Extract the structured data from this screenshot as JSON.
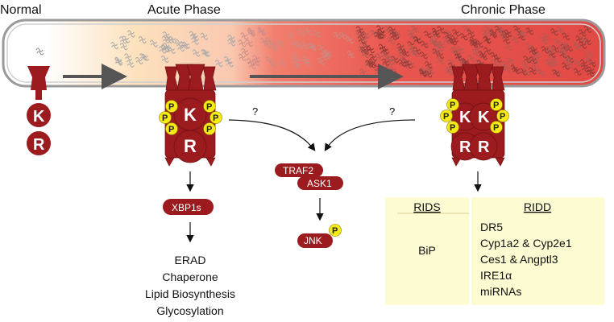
{
  "phases": {
    "normal": "Normal",
    "acute": "Acute Phase",
    "chronic": "Chronic Phase"
  },
  "receptor": {
    "k": "K",
    "r": "R",
    "p": "P"
  },
  "question_mark": "?",
  "acute_pathway": {
    "xbp1s": "XBP1s",
    "outputs": [
      "ERAD",
      "Chaperone",
      "Lipid Biosynthesis",
      "Glycosylation"
    ]
  },
  "jnk_pathway": {
    "traf2": "TRAF2",
    "ask1": "ASK1",
    "jnk": "JNK"
  },
  "chronic_box": {
    "rids": {
      "heading": "RIDS",
      "items": [
        "BiP"
      ]
    },
    "ridd": {
      "heading": "RIDD",
      "items": [
        "DR5",
        "Cyp1a2 & Cyp2e1",
        "Ces1 & Angptl3",
        "IRE1α",
        "miRNAs"
      ]
    },
    "background": "#fdfbd2"
  },
  "colors": {
    "receptor": "#9b1b1f",
    "phospho": "#f5ea14",
    "arrow": "#555555",
    "er_pink": "#e64a45"
  }
}
